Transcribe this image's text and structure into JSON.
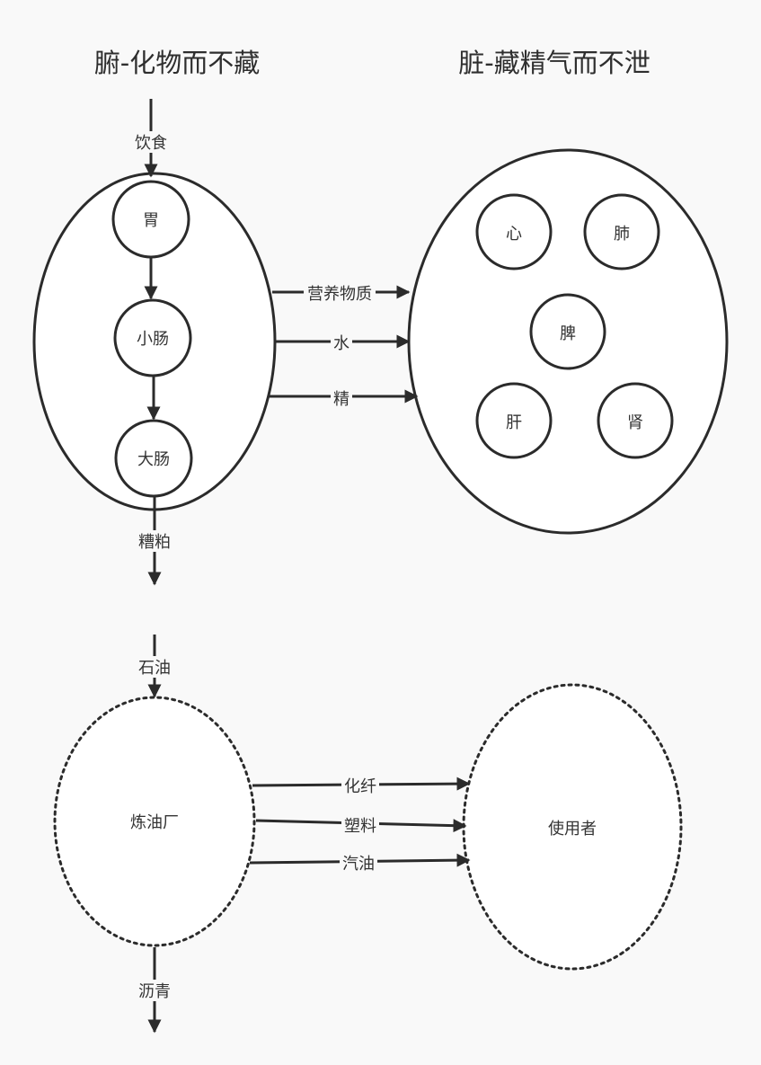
{
  "titles": {
    "fu": "腑-化物而不藏",
    "zang": "脏-藏精气而不泄"
  },
  "fu_diagram": {
    "input": "饮食",
    "organs": [
      "胃",
      "小肠",
      "大肠"
    ],
    "output": "糟粕"
  },
  "transfers_top": [
    "营养物质",
    "水",
    "精"
  ],
  "zang_organs": {
    "heart": "心",
    "lung": "肺",
    "spleen": "脾",
    "liver": "肝",
    "kidney": "肾"
  },
  "refinery_diagram": {
    "input": "石油",
    "refinery": "炼油厂",
    "output": "沥青",
    "user": "使用者"
  },
  "transfers_bottom": [
    "化纤",
    "塑料",
    "汽油"
  ]
}
